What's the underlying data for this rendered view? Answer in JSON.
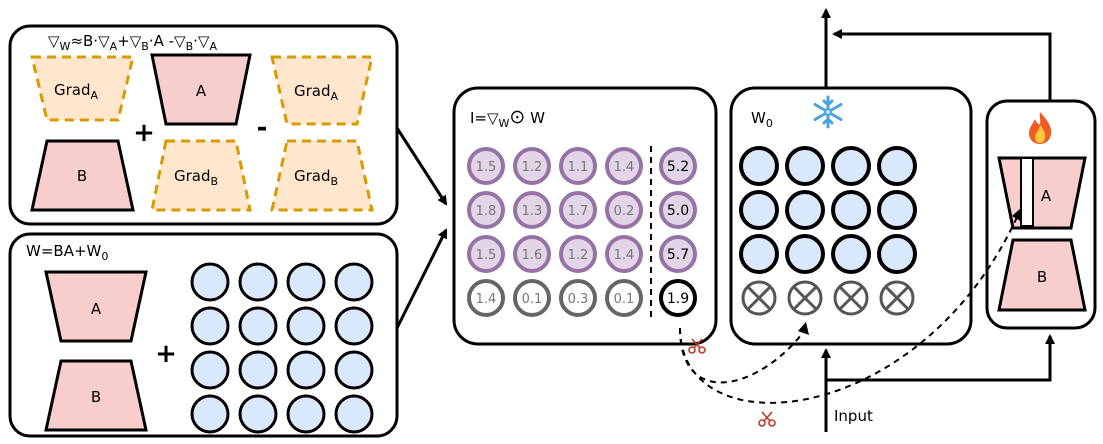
{
  "top_panel": {
    "formula": {
      "nabla": "▽",
      "sub_w": "W",
      "mid1": "≈B·",
      "sub_a": "A",
      "mid2": "+",
      "sub_b": "B",
      "mid3": "·A -",
      "sub_b2": "B",
      "mid4": "·",
      "sub_a2": "A"
    },
    "grad_a_label": "Grad",
    "grad_a_sub": "A",
    "grad_b_label": "Grad",
    "grad_b_sub": "B",
    "a_label": "A",
    "b_label": "B",
    "plus": "+",
    "minus": "-"
  },
  "bottom_panel": {
    "formula": "W=BA+W",
    "formula_sub": "0",
    "a_label": "A",
    "b_label": "B",
    "plus": "+"
  },
  "importance_panel": {
    "title_prefix": "I=▽",
    "title_sub": "W",
    "title_op": "⊙",
    "title_suffix": " W",
    "rows": [
      [
        "1.5",
        "1.2",
        "1.1",
        "1.4"
      ],
      [
        "1.8",
        "1.3",
        "1.7",
        "0.2"
      ],
      [
        "1.5",
        "1.6",
        "1.2",
        "1.4"
      ],
      [
        "1.4",
        "0.1",
        "0.3",
        "0.1"
      ]
    ],
    "row_sums": [
      "5.2",
      "5.0",
      "5.7",
      "1.9"
    ]
  },
  "frozen_panel": {
    "title": "W",
    "title_sub": "0",
    "icon": "snowflake-icon"
  },
  "trainable_panel": {
    "icon": "fire-icon",
    "a_label": "A",
    "b_label": "B"
  },
  "input_label": "Input",
  "colors": {
    "pink": "#f8cecc",
    "peach": "#ffe6cc",
    "gold_dash": "#d79b00",
    "circle_blue": "#dae8fc",
    "purple_fill": "#e1d5e7",
    "purple_stroke": "#9673a6",
    "gray_stroke": "#666666"
  }
}
